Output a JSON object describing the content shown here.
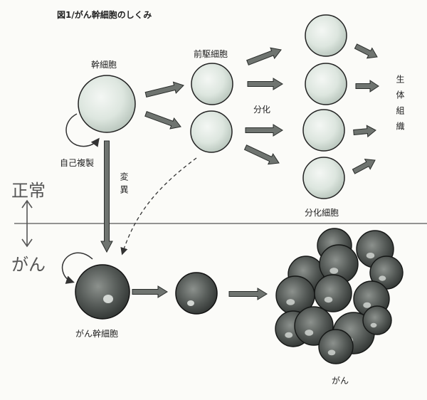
{
  "title": "図1/がん幹細胞のしくみ",
  "labels": {
    "stem_cell": "幹細胞",
    "progenitor": "前駆細胞",
    "differentiation": "分化",
    "differentiated_cells": "分化細胞",
    "body_tissue": "生体組織",
    "self_renewal": "自己複製",
    "mutation": "変異",
    "cancer_stem_cell": "がん幹細胞",
    "cancer": "がん"
  },
  "handwriting": {
    "normal": "正常",
    "cancer": "がん"
  },
  "colors": {
    "healthy_cell": "#dde6df",
    "cancer_cell": "#4a4f4c",
    "arrow": "#6f7470",
    "ink": "#222222"
  }
}
